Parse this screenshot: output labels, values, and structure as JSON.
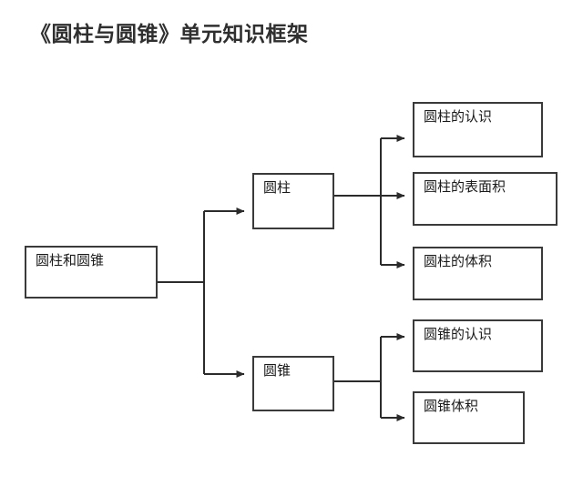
{
  "page": {
    "title": "《圆柱与圆锥》单元知识框架",
    "background_color": "#ffffff",
    "title_color": "#2f2f2f",
    "box_border_color": "#3a3a3a",
    "connector_color": "#2b2b2b"
  },
  "diagram": {
    "type": "tree-flowchart",
    "orientation": "left-to-right",
    "root": {
      "id": "root",
      "label": "圆柱和圆锥"
    },
    "branches": [
      {
        "id": "cylinder",
        "label": "圆柱",
        "children": [
          {
            "id": "cylinder-recognition",
            "label": "圆柱的认识"
          },
          {
            "id": "cylinder-surface-area",
            "label": "圆柱的表面积"
          },
          {
            "id": "cylinder-volume",
            "label": "圆柱的体积"
          }
        ]
      },
      {
        "id": "cone",
        "label": "圆锥",
        "children": [
          {
            "id": "cone-recognition",
            "label": "圆锥的认识"
          },
          {
            "id": "cone-volume",
            "label": "圆锥体积"
          }
        ]
      }
    ]
  }
}
